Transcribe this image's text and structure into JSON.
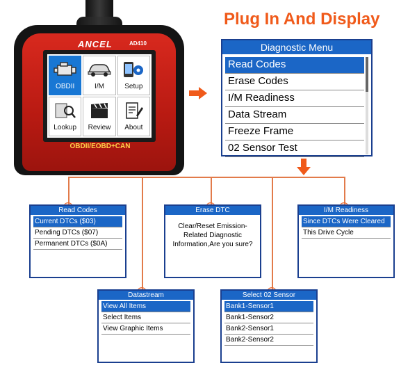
{
  "headline": "Plug In And Display",
  "device": {
    "brand": "ANCEL",
    "model": "AD410",
    "tagline": "OBDII/EOBD+CAN",
    "tiles": [
      {
        "label": "OBDII",
        "icon": "engine-icon",
        "active": true
      },
      {
        "label": "I/M",
        "icon": "car-icon",
        "active": false
      },
      {
        "label": "Setup",
        "icon": "gear-icon",
        "active": false
      },
      {
        "label": "Lookup",
        "icon": "lookup-icon",
        "active": false
      },
      {
        "label": "Review",
        "icon": "clapper-icon",
        "active": false
      },
      {
        "label": "About",
        "icon": "document-pen-icon",
        "active": false
      }
    ]
  },
  "diagnostic_menu": {
    "title": "Diagnostic Menu",
    "items": [
      "Read Codes",
      "Erase Codes",
      "I/M Readiness",
      "Data Stream",
      "Freeze Frame",
      "02 Sensor Test"
    ],
    "selected_index": 0
  },
  "read_codes": {
    "title": "Read Codes",
    "items": [
      "Current DTCs ($03)",
      "Pending DTCs ($07)",
      "Permanent DTCs ($0A)"
    ]
  },
  "erase_dtc": {
    "title": "Erase DTC",
    "message": "Clear/Reset Emission-Related Diagnostic Information,Are you sure?"
  },
  "im_readiness": {
    "title": "I/M Readiness",
    "items": [
      "Since DTCs Were Cleared",
      "This Drive Cycle"
    ]
  },
  "datastream": {
    "title": "Datastream",
    "items": [
      "View All Items",
      "Select Items",
      "View Graphic Items"
    ]
  },
  "o2_sensor": {
    "title": "Select 02 Sensor",
    "items": [
      "Bank1-Sensor1",
      "Bank1-Sensor2",
      "Bank2-Sensor1",
      "Bank2-Sensor2"
    ]
  },
  "colors": {
    "accent_orange": "#f05a1a",
    "panel_blue": "#1b66c6",
    "device_red": "#c8201a"
  }
}
